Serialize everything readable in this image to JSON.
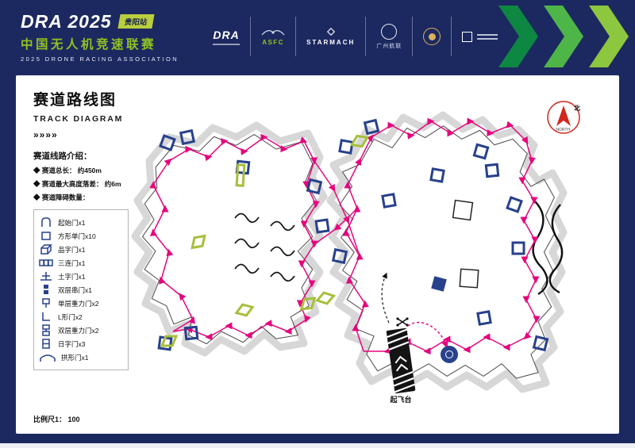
{
  "header": {
    "logo_title": "DRA 2025",
    "station_badge": "贵阳站",
    "league_cn": "中国无人机竞速联赛",
    "league_en": "2025  DRONE  RACING  ASSOCIATION",
    "partners": [
      "DRA",
      "ASFC",
      "STARMACH",
      "广州航联"
    ]
  },
  "card": {
    "title": "赛道路线图",
    "subtitle": "TRACK  DIAGRAM",
    "chevrons_deco": "»»»»",
    "intro_heading": "赛道线路介绍：",
    "specs": [
      "◆ 赛道总长： 约450m",
      "◆ 赛道最大高度落差： 约6m",
      "◆ 赛道障碍数量："
    ],
    "legend": [
      "起始门x1",
      "方形单门x10",
      "品字门x1",
      "三连门x1",
      "土字门x1",
      "双层串门x1",
      "单层重力门x2",
      "L形门x2",
      "双层重力门x2",
      "日字门x3",
      "拱形门x1"
    ],
    "scale_label": "比例尺1： 100",
    "diagram": {
      "takeoff_label": "起飞台",
      "north_label": "北",
      "north_sub": "NORTH·"
    }
  },
  "colors": {
    "navy_bg": "#1c2960",
    "accent_green": "#8dc63f",
    "badge_green": "#b9cf3e",
    "route_pink": "#e5067e",
    "gate_navy": "#27418c",
    "gate_green": "#a6bf3c",
    "north_red": "#d1261e"
  },
  "icons": {
    "diamond_bullet": "◆",
    "chevron_glyph": "»"
  }
}
